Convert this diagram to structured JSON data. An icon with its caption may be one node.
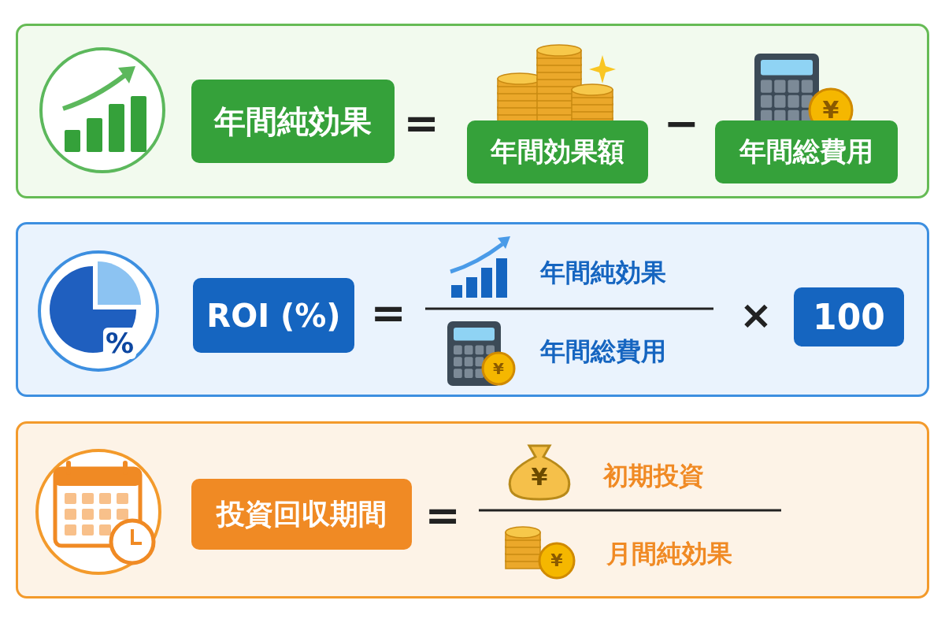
{
  "diagram": {
    "nodes": [
      {
        "text": [],
        "shape": "box"
      },
      {
        "text": [],
        "shape": "box"
      },
      {
        "text": [],
        "shape": "box"
      },
      {
        "text": [
          "年間純効果"
        ],
        "in": 0
      },
      {
        "text": [
          "年間効果額"
        ],
        "in": 0
      },
      {
        "text": [
          "年間総費用"
        ],
        "in": 0
      },
      {
        "text": [
          "ROI (%)"
        ],
        "in": 1
      },
      {
        "text": [
          "100"
        ],
        "in": 1
      },
      {
        "text": [
          "投資回収期間"
        ],
        "in": 2
      }
    ],
    "labels": [
      "=",
      "−",
      "¥",
      "%",
      "=",
      "年間純効果",
      "年間総費用",
      "¥",
      "×",
      "=",
      "¥",
      "初期投資",
      "¥",
      "月間純効果"
    ]
  }
}
